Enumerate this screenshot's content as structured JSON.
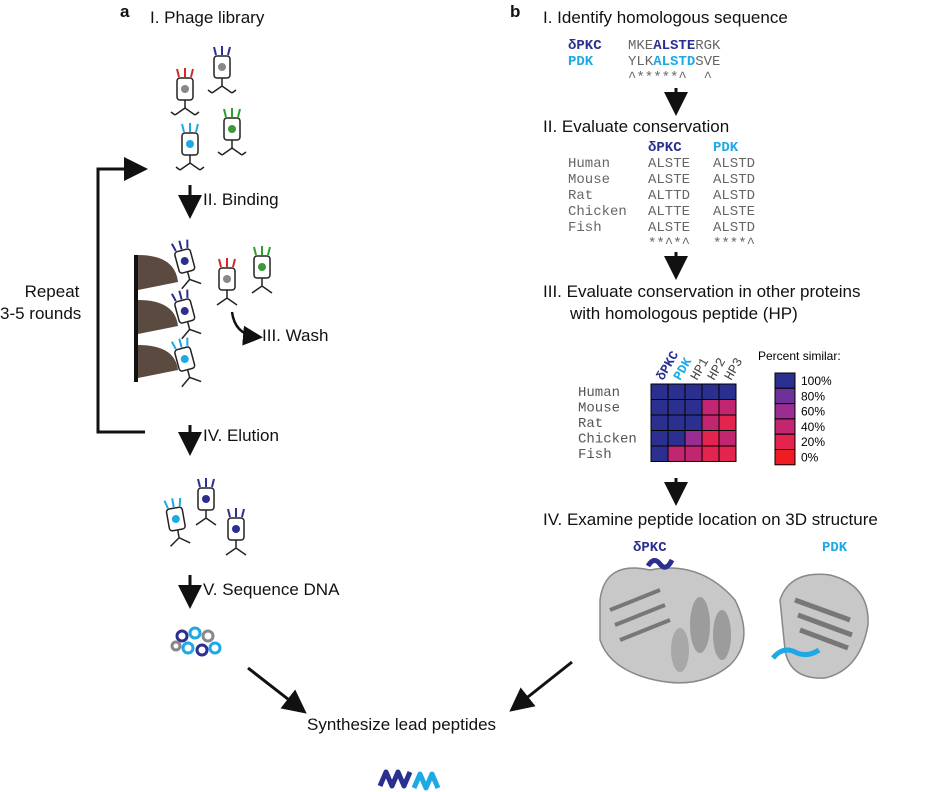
{
  "panel_a": {
    "label": "a",
    "steps": {
      "s1": "I. Phage library",
      "s2": "II. Binding",
      "s3": "III. Wash",
      "s4": "IV. Elution",
      "s5": "V. Sequence DNA"
    },
    "repeat_line1": "Repeat",
    "repeat_line2": "3-5 rounds"
  },
  "panel_b": {
    "label": "b",
    "step1": "I. Identify homologous sequence",
    "align": {
      "name1": "δPKC",
      "pre1": "MKE",
      "core1": "ALSTE",
      "post1": "RGK",
      "name2": "PDK",
      "pre2": "YLK",
      "core2": "ALSTD",
      "post2": "SVE",
      "marks": "^*****^  ^"
    },
    "step2": "II. Evaluate conservation",
    "conservation": {
      "col1": "δPKC",
      "col2": "PDK",
      "rows": [
        {
          "species": "Human",
          "pkc": "ALSTE",
          "pdk": "ALSTD"
        },
        {
          "species": "Mouse",
          "pkc": "ALSTE",
          "pdk": "ALSTD"
        },
        {
          "species": "Rat",
          "pkc": "ALTTD",
          "pdk": "ALSTD"
        },
        {
          "species": "Chicken",
          "pkc": "ALTTE",
          "pdk": "ALSTE"
        },
        {
          "species": "Fish",
          "pkc": "ALSTE",
          "pdk": "ALSTD"
        }
      ],
      "marks_pkc": "**^*^",
      "marks_pdk": "****^"
    },
    "step3_line1": "III. Evaluate conservation in other proteins",
    "step3_line2": "with homologous peptide (HP)",
    "heatmap": {
      "columns": [
        "δPKC",
        "PDK",
        "HP1",
        "HP2",
        "HP3"
      ],
      "rows": [
        "Human",
        "Mouse",
        "Rat",
        "Chicken",
        "Fish"
      ],
      "values": [
        [
          100,
          100,
          100,
          100,
          100
        ],
        [
          100,
          100,
          100,
          40,
          40
        ],
        [
          100,
          100,
          100,
          40,
          20
        ],
        [
          100,
          100,
          60,
          20,
          40
        ],
        [
          100,
          40,
          40,
          20,
          20
        ]
      ],
      "legend_title": "Percent similar:",
      "legend_labels": [
        "100%",
        "80%",
        "60%",
        "40%",
        "20%",
        "0%"
      ],
      "legend_colors": [
        "#2b2f8f",
        "#6d3199",
        "#9a2d93",
        "#c22670",
        "#e2244e",
        "#ef1c24"
      ]
    },
    "step4": "IV. Examine peptide location on 3D structure",
    "struct_label1": "δPKC",
    "struct_label2": "PDK"
  },
  "final": "Synthesize lead peptides",
  "colors": {
    "dark_blue": "#2b2f8f",
    "light_blue": "#1ca9e6"
  }
}
